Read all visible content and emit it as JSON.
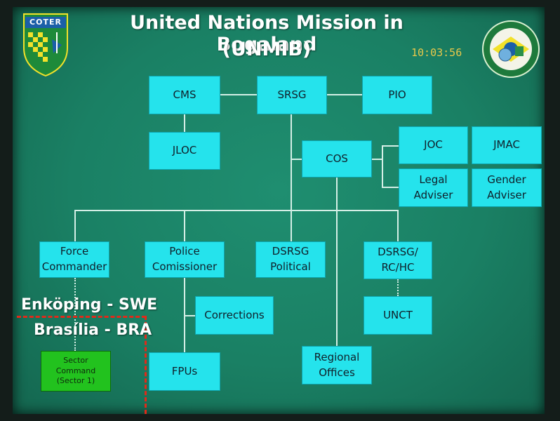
{
  "header": {
    "title_line1": "United Nations Mission in Bogaland",
    "title_line2": "(UNMIB)",
    "clock": "10:03:56"
  },
  "left_logo": {
    "text": "COTER",
    "icon": "coter-shield-icon",
    "colors": [
      "#1e8a3a",
      "#f2e12a",
      "#1b5fa8"
    ]
  },
  "right_logo": {
    "icon": "brazilian-army-seal-icon"
  },
  "org": {
    "cms": "CMS",
    "srsg": "SRSG",
    "pio": "PIO",
    "jloc": "JLOC",
    "cos": "COS",
    "joc": "JOC",
    "jmac": "JMAC",
    "legal": "Legal\nAdviser",
    "gender": "Gender\nAdviser",
    "force": "Force\nCommander",
    "police": "Police\nComissioner",
    "dsrsg_pol": "DSRSG\nPolitical",
    "dsrsg_rc": "DSRSG/\nRC/HC",
    "corrections": "Corrections",
    "unct": "UNCT",
    "fpus": "FPUs",
    "regional": "Regional\nOffices",
    "sector": "Sector\nCommand\n(Sector 1)"
  },
  "locations": {
    "swe": "Enköping - SWE",
    "bra": "Brasília - BRA"
  },
  "colors": {
    "node": "#25e3ec",
    "sector": "#22c21e",
    "boundary": "#e02a1a",
    "background": "#1a8064"
  }
}
